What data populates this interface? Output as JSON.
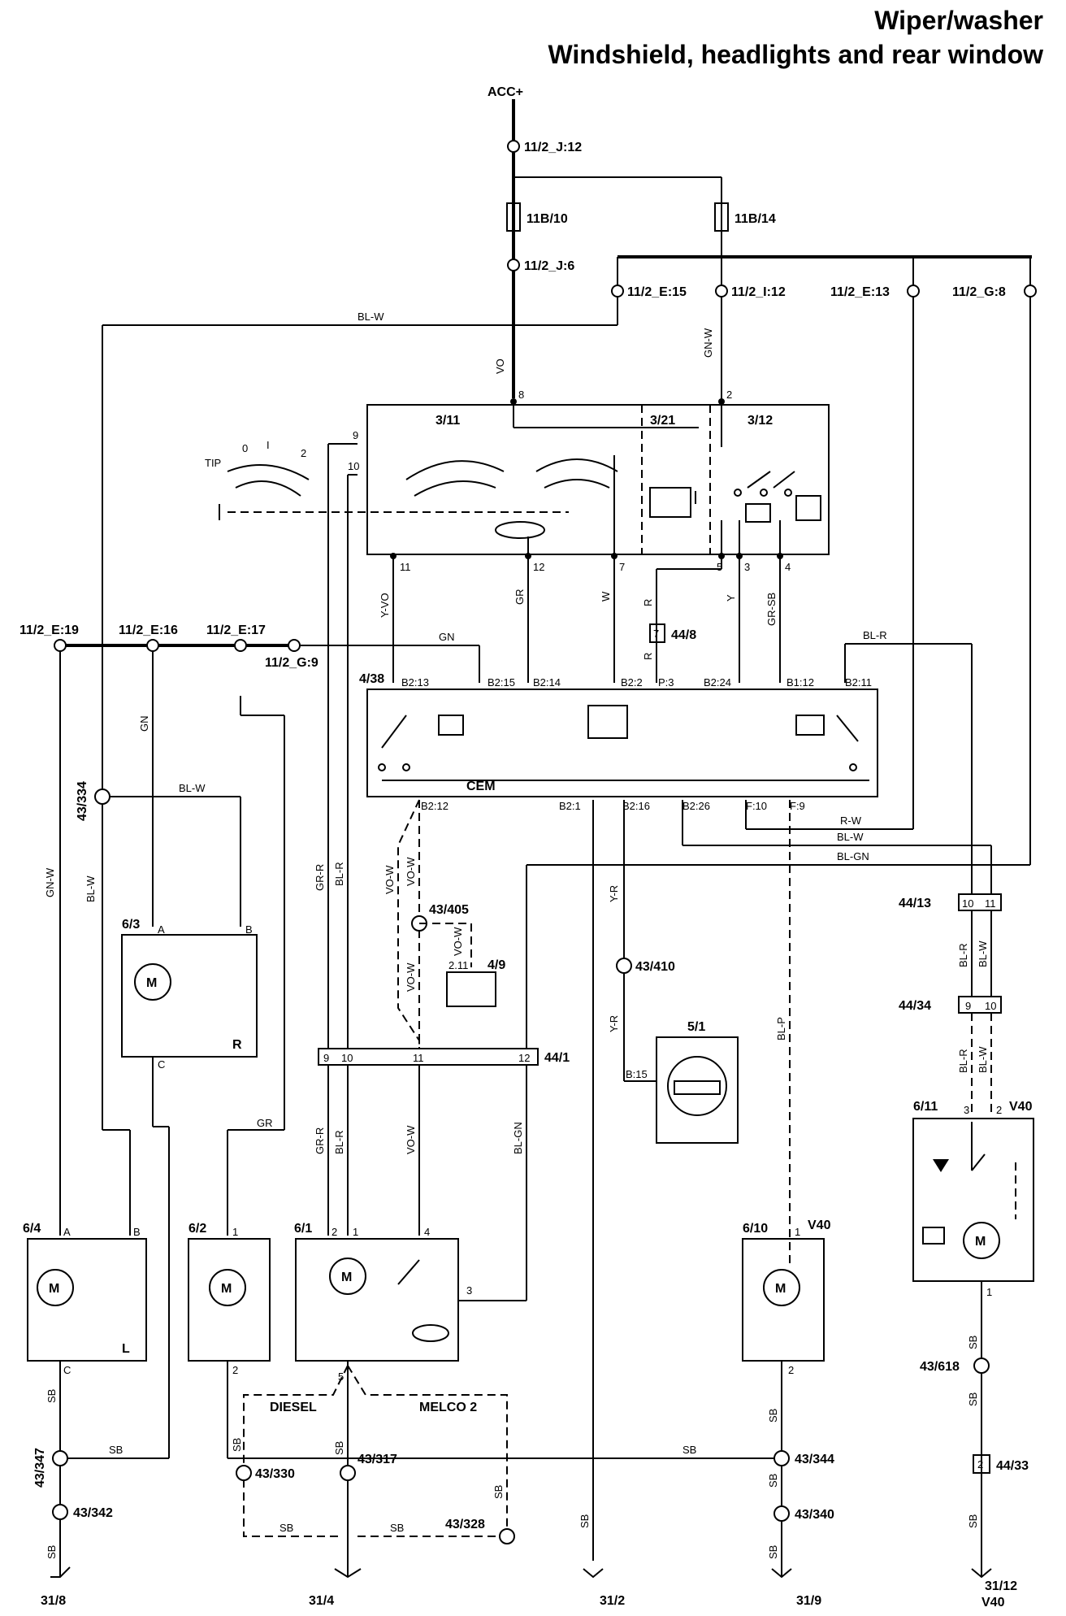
{
  "header": {
    "title": "Wiper/washer",
    "subtitle": "Windshield, headlights and rear window"
  },
  "supply": "ACC+",
  "connectors": {
    "j12": "11/2_J:12",
    "j6": "11/2_J:6",
    "e15": "11/2_E:15",
    "i12": "11/2_I:12",
    "e13": "11/2_E:13",
    "g8": "11/2_G:8",
    "e19": "11/2_E:19",
    "e16": "11/2_E:16",
    "e17": "11/2_E:17",
    "g9": "11/2_G:9"
  },
  "fuses": {
    "f1": "11B/10",
    "f2": "11B/14"
  },
  "components": {
    "sw311": "3/11",
    "sw321": "3/21",
    "sw312": "3/12",
    "cem_id": "4/38",
    "cem": "CEM",
    "c448": "44/8",
    "c4413": "44/13",
    "c4434": "44/34",
    "c441": "44/1",
    "c49": "4/9",
    "c51": "5/1",
    "m63": "6/3",
    "m64": "6/4",
    "m62": "6/2",
    "m61": "6/1",
    "m610": "6/10",
    "m611": "6/11",
    "v40a": "V40",
    "v40b": "V40",
    "v40c": "V40",
    "side_r": "R",
    "side_l": "L",
    "motor": "M"
  },
  "grounds_splices": {
    "s43334": "43/334",
    "s43405": "43/405",
    "s43410": "43/410",
    "s43347": "43/347",
    "s43342": "43/342",
    "s43330": "43/330",
    "s43317": "43/317",
    "s43328": "43/328",
    "s43344": "43/344",
    "s43340": "43/340",
    "s43618": "43/618",
    "c4433": "44/33",
    "g318": "31/8",
    "g314": "31/4",
    "g312": "31/2",
    "g319": "31/9",
    "g3112": "31/12"
  },
  "wires": {
    "blw": "BL-W",
    "vo": "VO",
    "gnw": "GN-W",
    "yvo": "Y-VO",
    "gr": "GR",
    "w": "W",
    "r": "R",
    "y": "Y",
    "grsb": "GR-SB",
    "gn": "GN",
    "blr": "BL-R",
    "rw": "R-W",
    "blgn": "BL-GN",
    "grr": "GR-R",
    "vow": "VO-W",
    "yr": "Y-R",
    "blp": "BL-P",
    "sb": "SB"
  },
  "pins": {
    "p8": "8",
    "p2": "2",
    "p9": "9",
    "p10": "10",
    "p11": "11",
    "p12": "12",
    "p7": "7",
    "p5": "5",
    "p3": "3",
    "p4": "4",
    "p1": "1",
    "pA": "A",
    "pB": "B",
    "pC": "C",
    "b213": "B2:13",
    "b215": "B2:15",
    "b214": "B2:14",
    "b22": "B2:2",
    "p3c": "P:3",
    "b224": "B2:24",
    "b112": "B1:12",
    "b211": "B2:11",
    "b212": "B2:12",
    "b21": "B2:1",
    "b216": "B2:16",
    "b226": "B2:26",
    "f10": "F:10",
    "f9": "F:9",
    "b15": "B:15",
    "p211": "2.11",
    "tip": "TIP",
    "p0": "0",
    "pI": "I",
    "p2sw": "2"
  },
  "notes": {
    "diesel": "DIESEL",
    "melco": "MELCO 2"
  }
}
